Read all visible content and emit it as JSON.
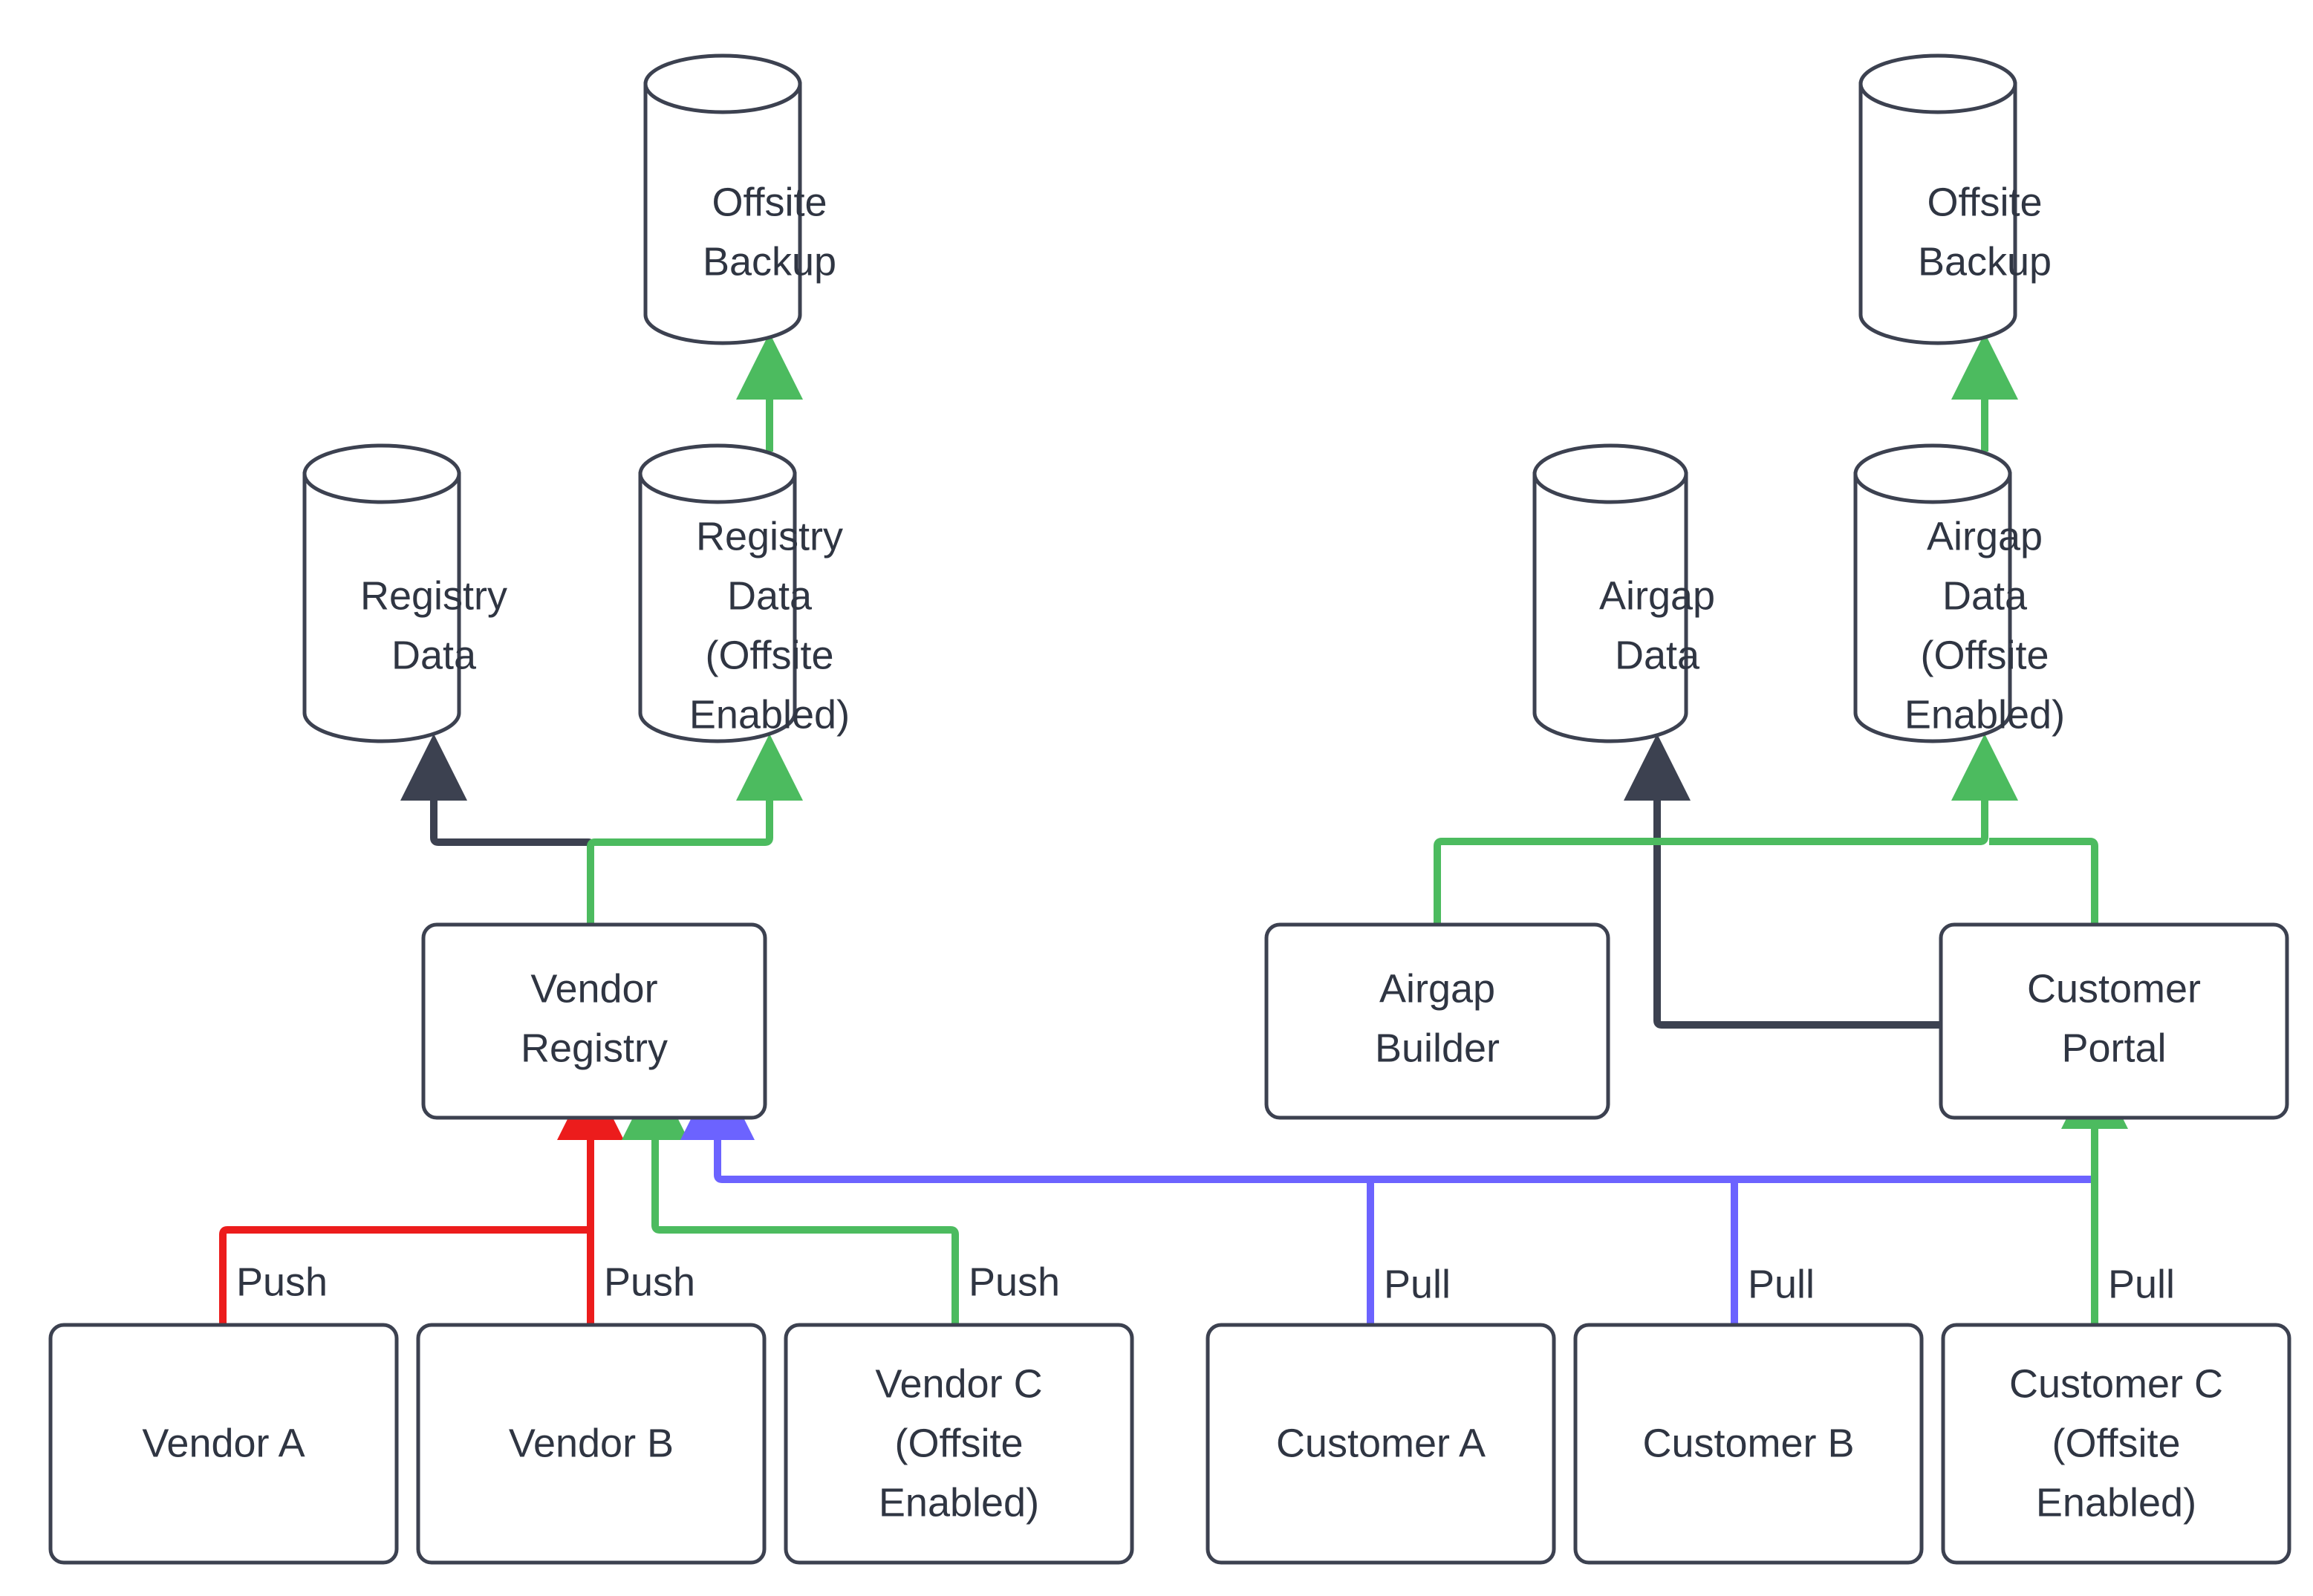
{
  "diagram": {
    "title": "Registry and Airgap Data Flow Architecture",
    "background": "#ffffff",
    "colors": {
      "node_stroke": "#3c4150",
      "node_fill": "#ffffff",
      "text": "#2f3542",
      "flow_dark": "#3c4150",
      "flow_green": "#4cbb5f",
      "flow_red": "#ec1c1c",
      "flow_blue": "#6c63ff"
    },
    "nodes": {
      "offsite_backup_left": {
        "label_line1": "Offsite",
        "label_line2": "Backup",
        "shape": "cylinder"
      },
      "offsite_backup_right": {
        "label_line1": "Offsite",
        "label_line2": "Backup",
        "shape": "cylinder"
      },
      "registry_data": {
        "label_line1": "Registry",
        "label_line2": "Data",
        "shape": "cylinder"
      },
      "registry_data_offsite": {
        "label_line1": "Registry",
        "label_line2": "Data",
        "label_line3": "(Offsite",
        "label_line4": "Enabled)",
        "shape": "cylinder"
      },
      "airgap_data": {
        "label_line1": "Airgap",
        "label_line2": "Data",
        "shape": "cylinder"
      },
      "airgap_data_offsite": {
        "label_line1": "Airgap",
        "label_line2": "Data",
        "label_line3": "(Offsite",
        "label_line4": "Enabled)",
        "shape": "cylinder"
      },
      "vendor_registry": {
        "label_line1": "Vendor",
        "label_line2": "Registry",
        "shape": "rounded-rect"
      },
      "airgap_builder": {
        "label_line1": "Airgap",
        "label_line2": "Builder",
        "shape": "rounded-rect"
      },
      "customer_portal": {
        "label_line1": "Customer",
        "label_line2": "Portal",
        "shape": "rounded-rect"
      },
      "vendor_a": {
        "label_line1": "Vendor A",
        "shape": "rounded-rect"
      },
      "vendor_b": {
        "label_line1": "Vendor B",
        "shape": "rounded-rect"
      },
      "vendor_c": {
        "label_line1": "Vendor C",
        "label_line2": "(Offsite",
        "label_line3": "Enabled)",
        "shape": "rounded-rect"
      },
      "customer_a": {
        "label_line1": "Customer A",
        "shape": "rounded-rect"
      },
      "customer_b": {
        "label_line1": "Customer B",
        "shape": "rounded-rect"
      },
      "customer_c": {
        "label_line1": "Customer C",
        "label_line2": "(Offsite",
        "label_line3": "Enabled)",
        "shape": "rounded-rect"
      }
    },
    "edge_labels": {
      "vendor_a_push": "Push",
      "vendor_b_push": "Push",
      "vendor_c_push": "Push",
      "customer_a_pull": "Pull",
      "customer_b_pull": "Pull",
      "customer_c_pull": "Pull"
    },
    "edges": [
      {
        "from": "registry_data_offsite",
        "to": "offsite_backup_left",
        "color": "#4cbb5f",
        "label": ""
      },
      {
        "from": "airgap_data_offsite",
        "to": "offsite_backup_right",
        "color": "#4cbb5f",
        "label": ""
      },
      {
        "from": "vendor_registry",
        "to": "registry_data",
        "color": "#3c4150",
        "label": ""
      },
      {
        "from": "vendor_registry",
        "to": "registry_data_offsite",
        "color": "#4cbb5f",
        "label": ""
      },
      {
        "from": "customer_portal",
        "to": "airgap_data",
        "color": "#3c4150",
        "label": ""
      },
      {
        "from": "airgap_builder",
        "to": "airgap_data_offsite",
        "color": "#4cbb5f",
        "label": ""
      },
      {
        "from": "vendor_a",
        "to": "vendor_registry",
        "color": "#ec1c1c",
        "label": "Push"
      },
      {
        "from": "vendor_b",
        "to": "vendor_registry",
        "color": "#ec1c1c",
        "label": "Push"
      },
      {
        "from": "vendor_c",
        "to": "vendor_registry",
        "color": "#4cbb5f",
        "label": "Push"
      },
      {
        "from": "customer_a",
        "to": "vendor_registry",
        "color": "#6c63ff",
        "label": "Pull"
      },
      {
        "from": "customer_b",
        "to": "vendor_registry",
        "color": "#6c63ff",
        "label": "Pull"
      },
      {
        "from": "customer_c",
        "to": "customer_portal",
        "color": "#4cbb5f",
        "label": "Pull"
      }
    ]
  }
}
